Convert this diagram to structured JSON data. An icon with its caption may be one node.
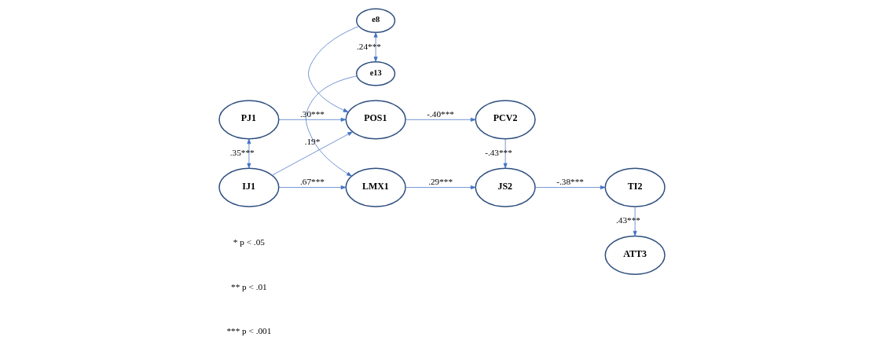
{
  "diagram": {
    "nodes": [
      {
        "text": [
          "e8"
        ]
      },
      {
        "text": [
          "PJ1"
        ]
      },
      {
        "text": [
          "POS1"
        ]
      },
      {
        "text": [
          "PCV2"
        ]
      },
      {
        "text": [
          "TI2"
        ]
      },
      {
        "text": [
          "IJ1"
        ]
      },
      {
        "text": [
          "LMX1"
        ]
      },
      {
        "text": [
          "JS2"
        ]
      },
      {
        "text": [
          "ATT3"
        ]
      },
      {
        "text": [
          "e13"
        ]
      }
    ],
    "edges": [
      {
        "from": 1,
        "to": 5,
        "arrow": "both",
        "label": ".35***"
      },
      {
        "from": 1,
        "to": 2,
        "arrow": "to",
        "label": ".30***"
      },
      {
        "from": 5,
        "to": 2,
        "arrow": "to",
        "label": ".19*"
      },
      {
        "from": 5,
        "to": 6,
        "arrow": "to",
        "label": ".67***"
      },
      {
        "from": 0,
        "to": 2,
        "arrow": "to"
      },
      {
        "from": 9,
        "to": 6,
        "arrow": "to"
      },
      {
        "from": 0,
        "to": 9,
        "arrow": "both",
        "label": ".24***"
      },
      {
        "from": 2,
        "to": 3,
        "arrow": "to",
        "label": "-.40***"
      },
      {
        "from": 3,
        "to": 7,
        "arrow": "to",
        "label": "-.43***"
      },
      {
        "from": 6,
        "to": 7,
        "arrow": "to",
        "label": ".29***"
      },
      {
        "from": 7,
        "to": 4,
        "arrow": "to",
        "label": "-.38***"
      },
      {
        "from": 4,
        "to": 8,
        "arrow": "to",
        "label": ".43***"
      }
    ],
    "labels": [
      "* p < .05",
      "** p < .01",
      "*** p < .001"
    ]
  }
}
